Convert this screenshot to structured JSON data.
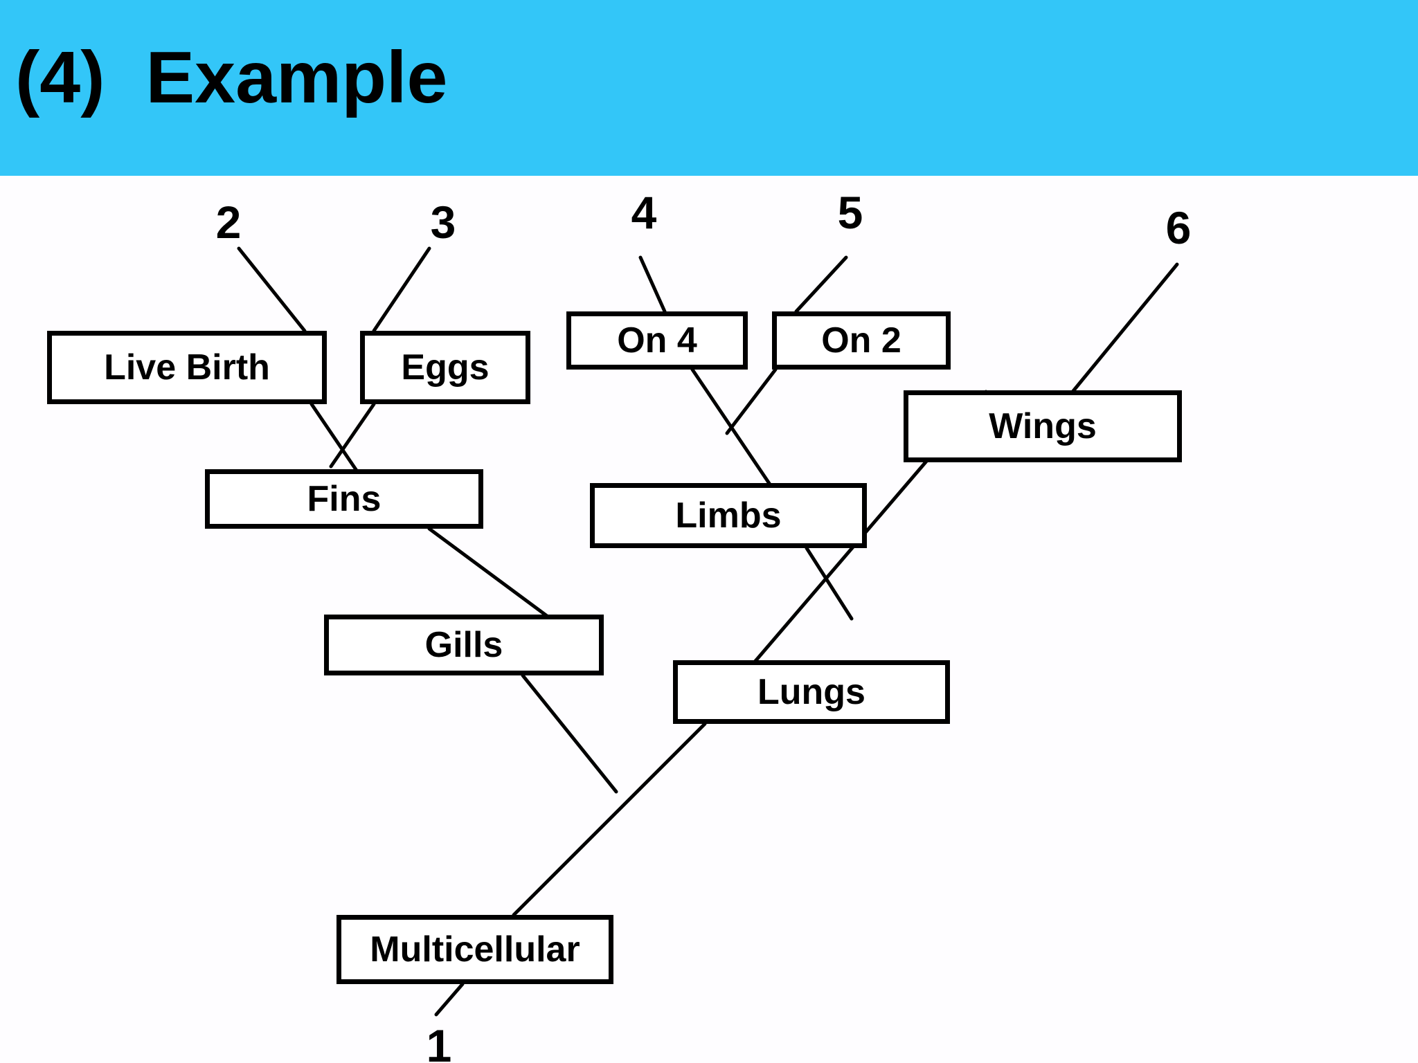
{
  "slide": {
    "title": "(4)  Example",
    "banner_color": "#33C6F8",
    "background_color": "#FEFDFF",
    "ink_color": "#000000"
  },
  "diagram": {
    "type": "dichotomous-key-tree",
    "nodes": [
      {
        "id": "live_birth",
        "label": "Live Birth"
      },
      {
        "id": "eggs",
        "label": "Eggs"
      },
      {
        "id": "on4",
        "label": "On 4"
      },
      {
        "id": "on2",
        "label": "On 2"
      },
      {
        "id": "wings",
        "label": "Wings"
      },
      {
        "id": "fins",
        "label": "Fins"
      },
      {
        "id": "limbs",
        "label": "Limbs"
      },
      {
        "id": "gills",
        "label": "Gills"
      },
      {
        "id": "lungs",
        "label": "Lungs"
      },
      {
        "id": "multicellular",
        "label": "Multicellular"
      }
    ],
    "step_numbers": [
      {
        "id": "step1",
        "label": "1"
      },
      {
        "id": "step2",
        "label": "2"
      },
      {
        "id": "step3",
        "label": "3"
      },
      {
        "id": "step4",
        "label": "4"
      },
      {
        "id": "step5",
        "label": "5"
      },
      {
        "id": "step6",
        "label": "6"
      }
    ]
  }
}
